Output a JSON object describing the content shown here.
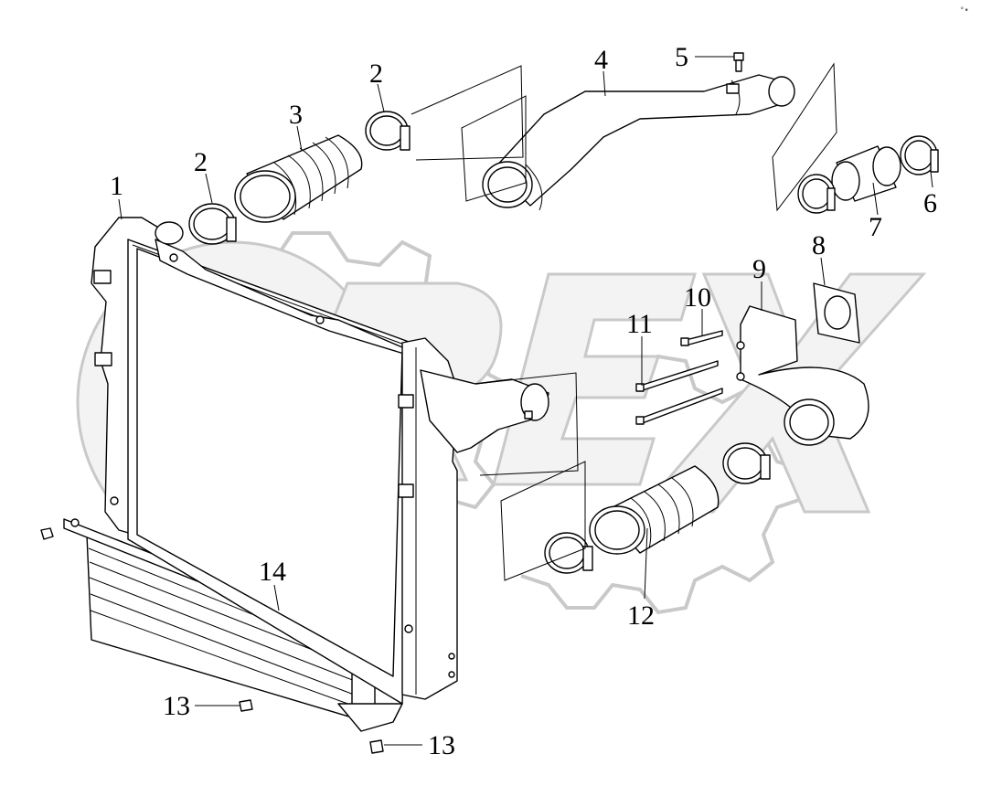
{
  "diagram": {
    "watermark": "OREX",
    "corner_mark": "°•",
    "callouts": [
      {
        "id": "c1",
        "label": "1"
      },
      {
        "id": "c2a",
        "label": "2"
      },
      {
        "id": "c2b",
        "label": "2"
      },
      {
        "id": "c3",
        "label": "3"
      },
      {
        "id": "c4",
        "label": "4"
      },
      {
        "id": "c5",
        "label": "5"
      },
      {
        "id": "c6",
        "label": "6"
      },
      {
        "id": "c7",
        "label": "7"
      },
      {
        "id": "c8",
        "label": "8"
      },
      {
        "id": "c9",
        "label": "9"
      },
      {
        "id": "c10",
        "label": "10"
      },
      {
        "id": "c11",
        "label": "11"
      },
      {
        "id": "c12",
        "label": "12"
      },
      {
        "id": "c13a",
        "label": "13"
      },
      {
        "id": "c13b",
        "label": "13"
      },
      {
        "id": "c14",
        "label": "14"
      }
    ]
  }
}
